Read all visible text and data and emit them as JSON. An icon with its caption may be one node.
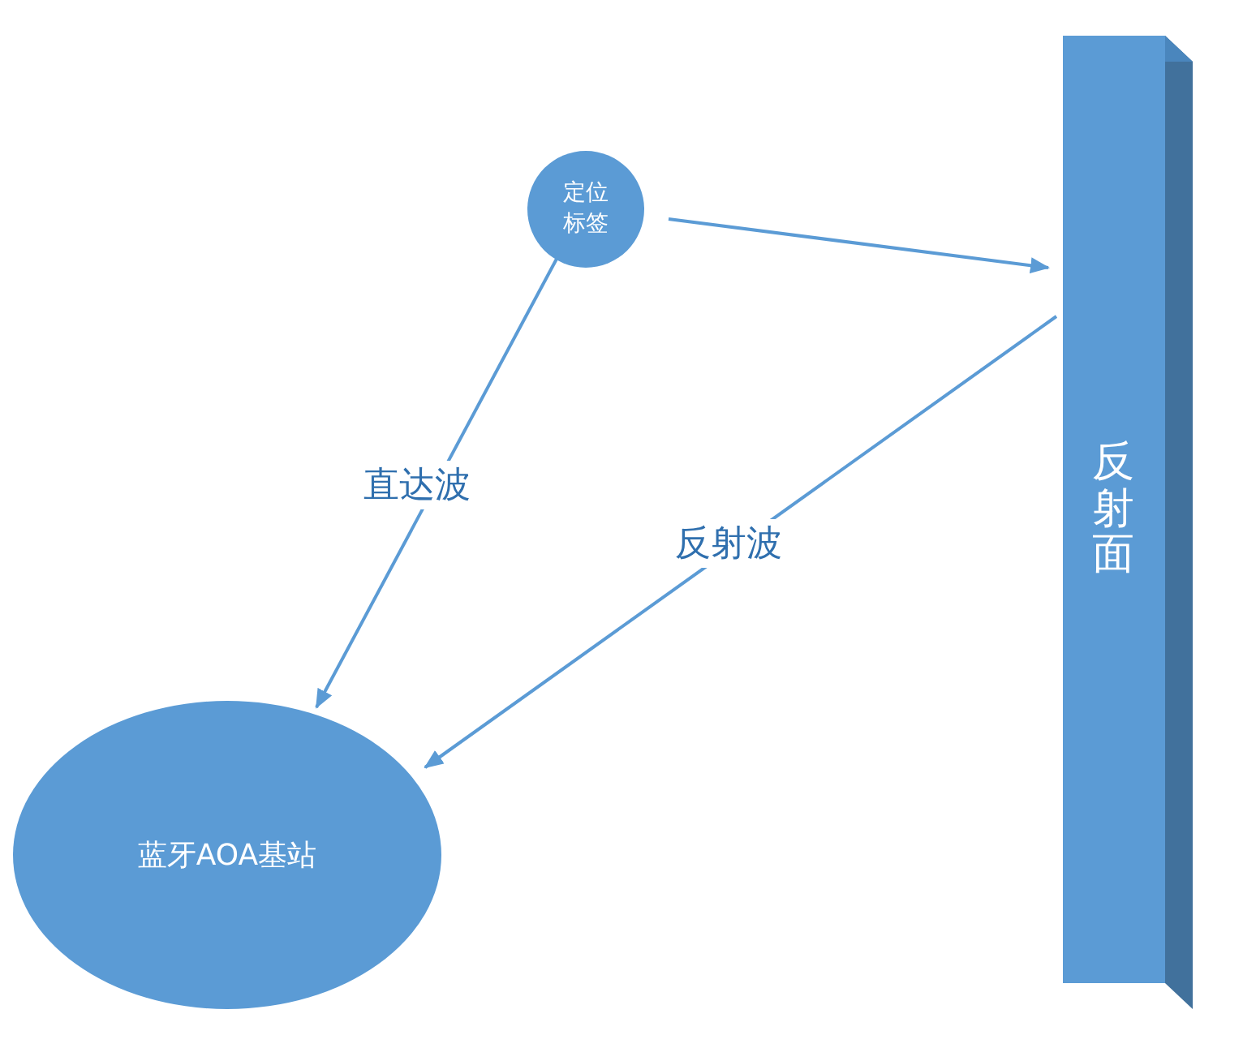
{
  "diagram": {
    "nodes": [
      {
        "text": [
          "定位标签"
        ]
      },
      {
        "text": [
          "反射面"
        ]
      },
      {
        "text": [
          "蓝牙AOA基站"
        ]
      }
    ],
    "edges": [
      {
        "from": 0,
        "to": 1,
        "arrow": "to"
      },
      {
        "from": 0,
        "to": 2,
        "arrow": "to",
        "label": "直达波"
      },
      {
        "from": 1,
        "to": 2,
        "arrow": "to",
        "label": "反射波"
      }
    ]
  }
}
